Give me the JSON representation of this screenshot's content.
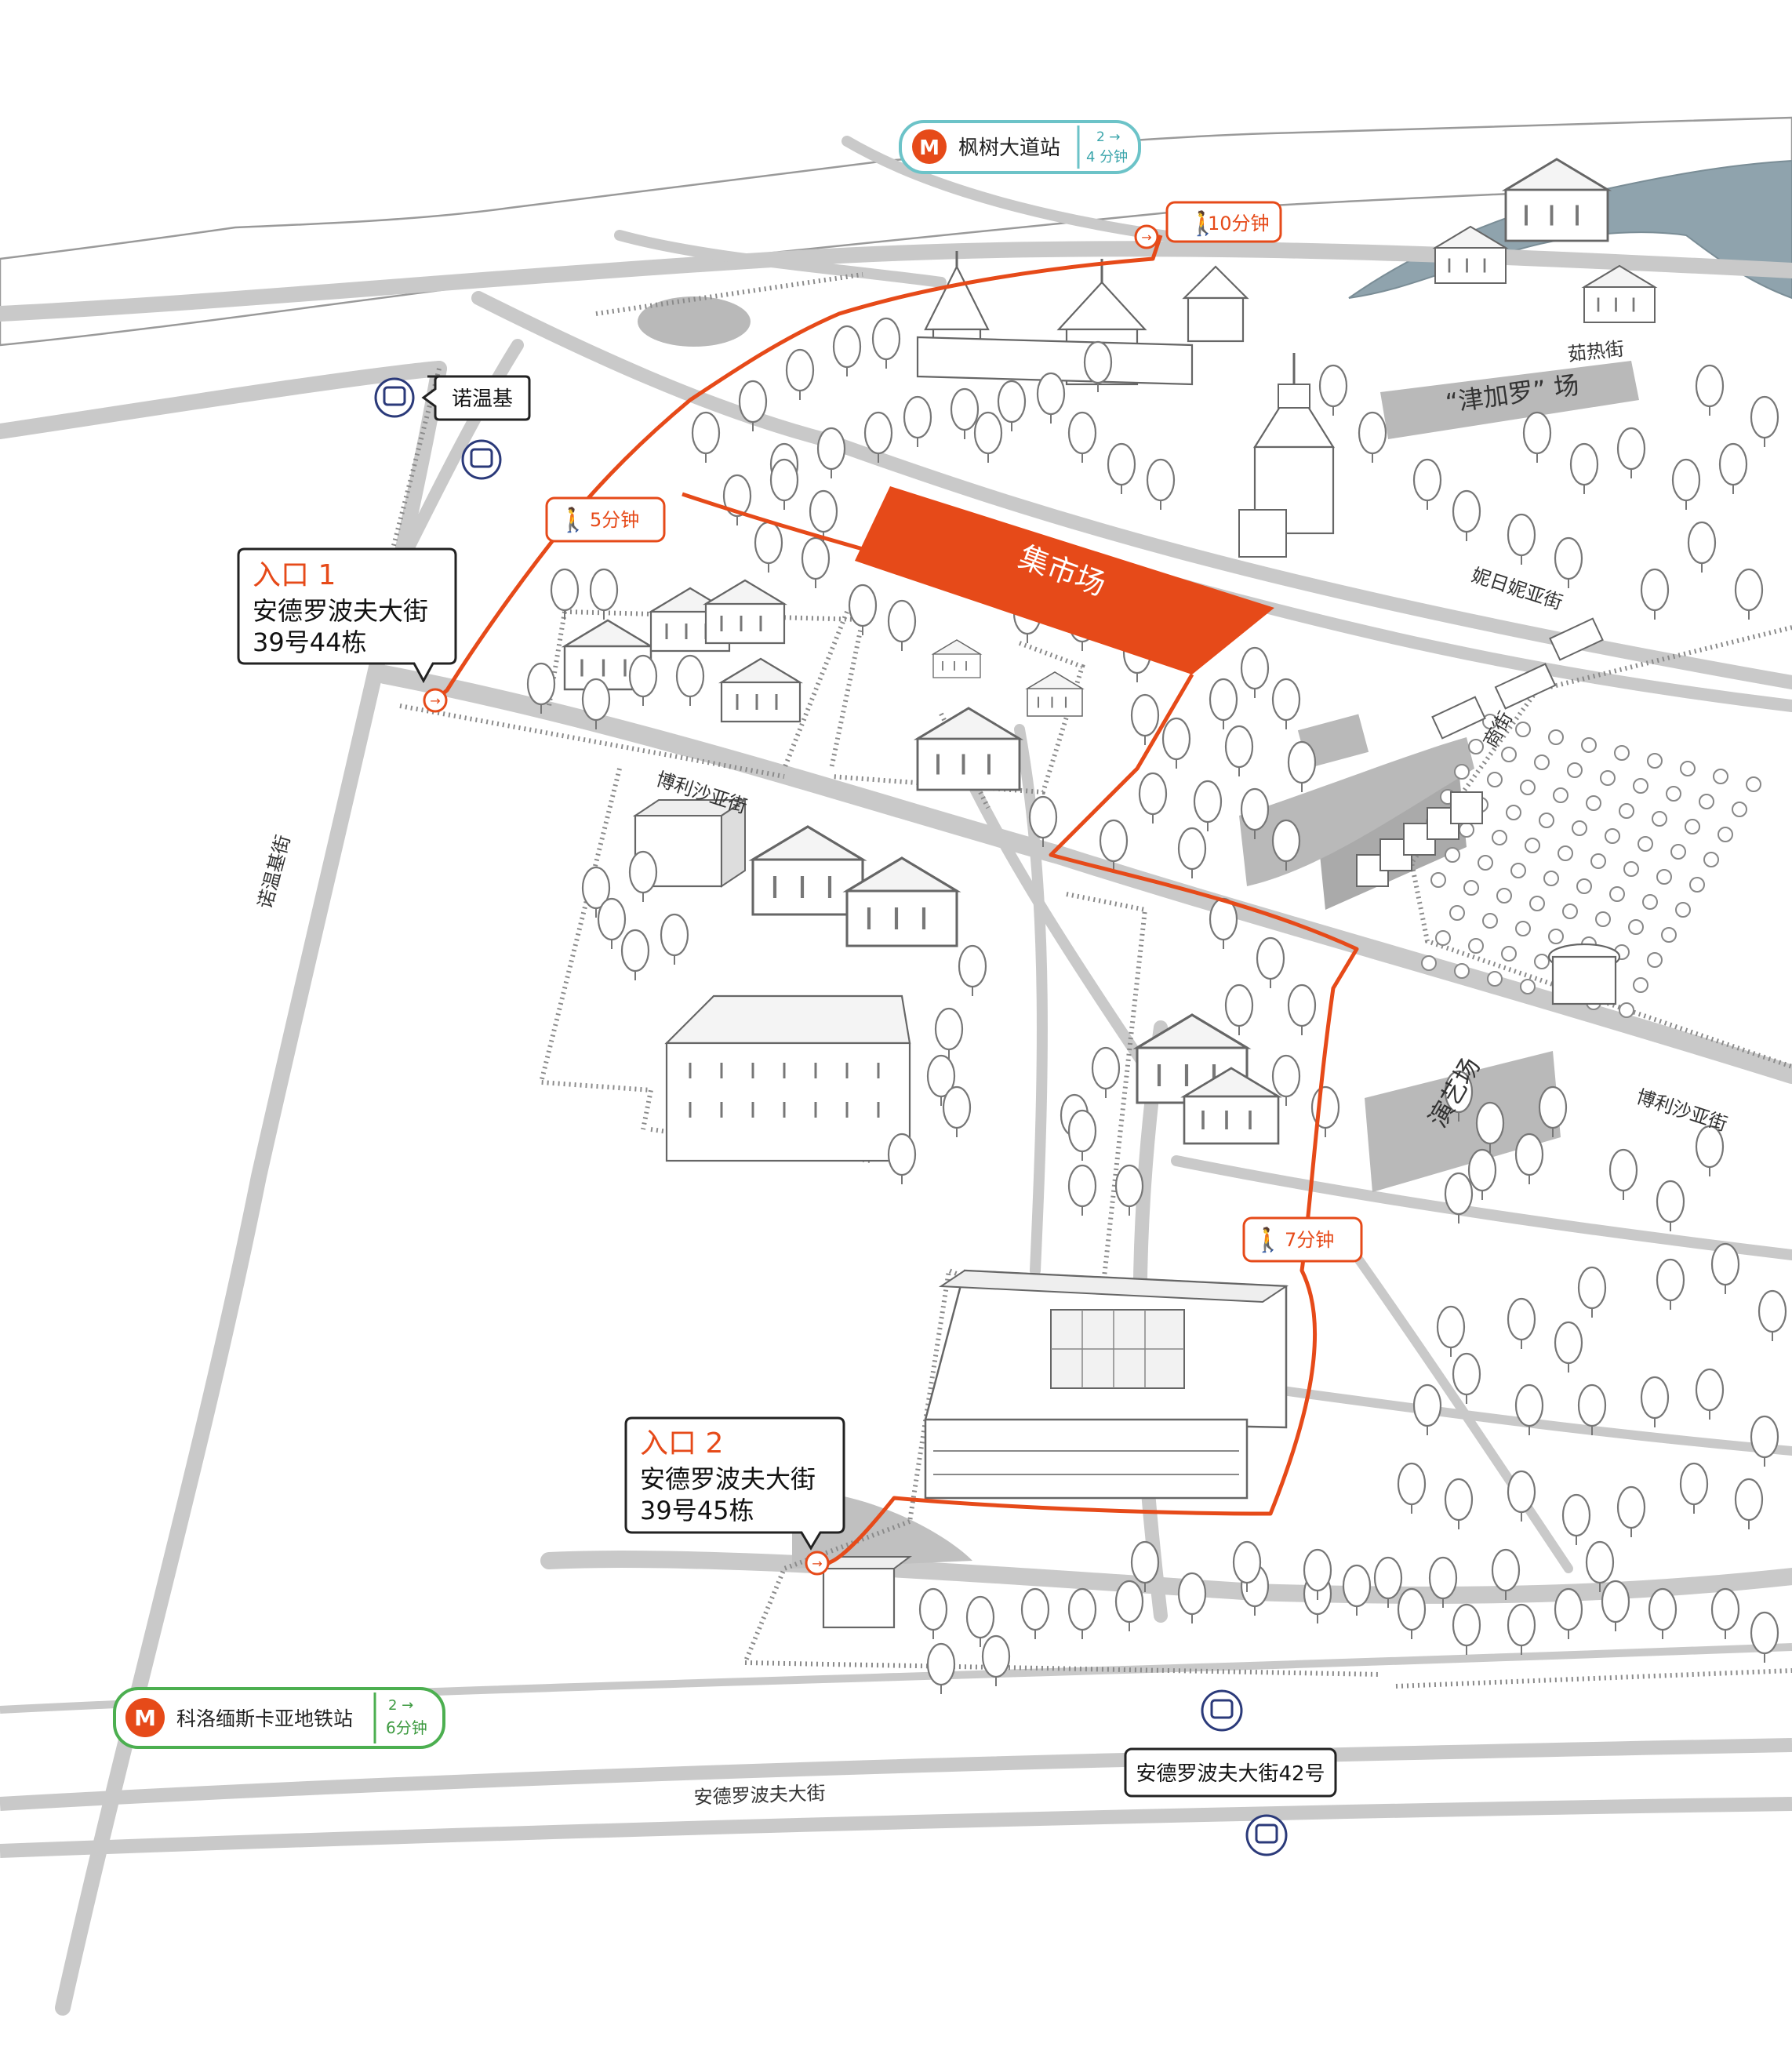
{
  "colors": {
    "accent": "#e64a19",
    "metro_teal": "#6cc3c8",
    "metro_green": "#4caf50",
    "bus_navy": "#2b3a7a",
    "road": "#c9c9c9",
    "plaza": "#b9b9b9",
    "water": "#8fa3ad"
  },
  "metro": {
    "north": {
      "name": "枫树大道站",
      "line": "2 →",
      "time": "4 分钟"
    },
    "south": {
      "name": "科洛缅斯卡亚地铁站",
      "line": "2 →",
      "time": "6分钟"
    }
  },
  "bus_stops": {
    "north": {
      "label": "诺温基",
      "icon": "bus-icon"
    },
    "south": {
      "label": "安德罗波夫大街42号",
      "icon": "bus-icon"
    }
  },
  "entrances": [
    {
      "title": "入口 1",
      "line1": "安德罗波夫大街",
      "line2": "39号44栋"
    },
    {
      "title": "入口 2",
      "line1": "安德罗波夫大街",
      "line2": "39号45栋"
    }
  ],
  "walk_times": [
    "10分钟",
    "5分钟",
    "7分钟"
  ],
  "places": {
    "market": "集市场",
    "zhangaluo": "“津加罗” 场",
    "performance": "演艺场"
  },
  "streets": {
    "ruzhe": "茹热街",
    "nirini": "妮日妮亚街",
    "shang": "商街",
    "bolisha_a": "博利沙亚街",
    "bolisha_b": "博利沙亚街",
    "nuowenji": "诺温基街",
    "andropov": "安德罗波夫大街"
  }
}
